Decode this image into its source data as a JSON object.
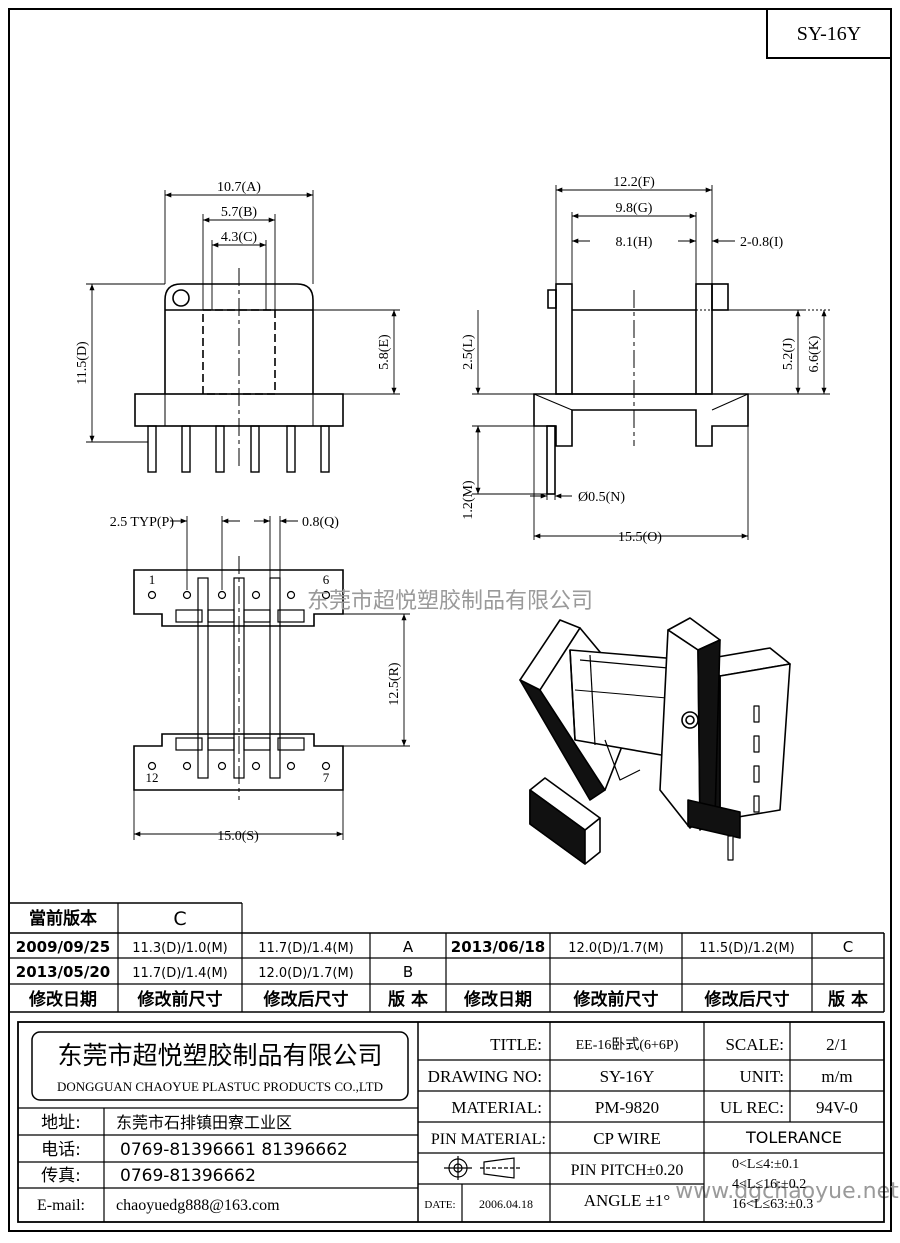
{
  "drawing_no": "SY-16Y",
  "dims": {
    "A": "10.7(A)",
    "B": "5.7(B)",
    "C": "4.3(C)",
    "D": "11.5(D)",
    "E": "5.8(E)",
    "F": "12.2(F)",
    "G": "9.8(G)",
    "H": "8.1(H)",
    "I": "2-0.8(I)",
    "J": "5.2(J)",
    "K": "6.6(K)",
    "L": "2.5(L)",
    "M": "1.2(M)",
    "N": "Ø0.5(N)",
    "O": "15.5(O)",
    "P": "2.5 TYP(P)",
    "Q": "0.8(Q)",
    "R": "12.5(R)",
    "S": "15.0(S)"
  },
  "pins": {
    "p1": "1",
    "p6": "6",
    "p12": "12",
    "p7": "7"
  },
  "watermark_top": "东莞市超悦塑胶制品有限公司",
  "watermark_bottom": "www.dgchaoyue.net",
  "revision": {
    "current_label": "當前版本",
    "current_value": "C",
    "rows": [
      [
        "2009/09/25",
        "11.3(D)/1.0(M)",
        "11.7(D)/1.4(M)",
        "A",
        "2013/06/18",
        "12.0(D)/1.7(M)",
        "11.5(D)/1.2(M)",
        "C"
      ],
      [
        "2013/05/20",
        "11.7(D)/1.4(M)",
        "12.0(D)/1.7(M)",
        "B",
        "",
        "",
        "",
        ""
      ]
    ],
    "headers": [
      "修改日期",
      "修改前尺寸",
      "修改后尺寸",
      "版 本",
      "修改日期",
      "修改前尺寸",
      "修改后尺寸",
      "版 本"
    ]
  },
  "company": {
    "name_cn": "东莞市超悦塑胶制品有限公司",
    "name_en": "DONGGUAN CHAOYUE PLASTUC PRODUCTS CO.,LTD",
    "address_label": "地址:",
    "address": "东莞市石排镇田寮工业区",
    "phone_label": "电话:",
    "phone": "0769-81396661   81396662",
    "fax_label": "传真:",
    "fax": "0769-81396662",
    "email_label": "E-mail:",
    "email": "chaoyuedg888@163.com"
  },
  "title_block": {
    "title_label": "TITLE:",
    "title": "EE-16卧式(6+6P)",
    "drawing_no_label": "DRAWING NO:",
    "drawing_no": "SY-16Y",
    "material_label": "MATERIAL:",
    "material": "PM-9820",
    "pin_material_label": "PIN MATERIAL:",
    "pin_material": "CP WIRE",
    "scale_label": "SCALE:",
    "scale": "2/1",
    "unit_label": "UNIT:",
    "unit": "m/m",
    "ul_label": "UL REC:",
    "ul": "94V-0",
    "tolerance_label": "TOLERANCE",
    "pin_pitch": "PIN PITCH±0.20",
    "date_label": "DATE:",
    "date": "2006.04.18",
    "angle": "ANGLE  ±1°",
    "tol1": "0<L≤4:±0.1",
    "tol2": "4<L≤16:±0.2",
    "tol3": "16<L≤63:±0.3"
  }
}
